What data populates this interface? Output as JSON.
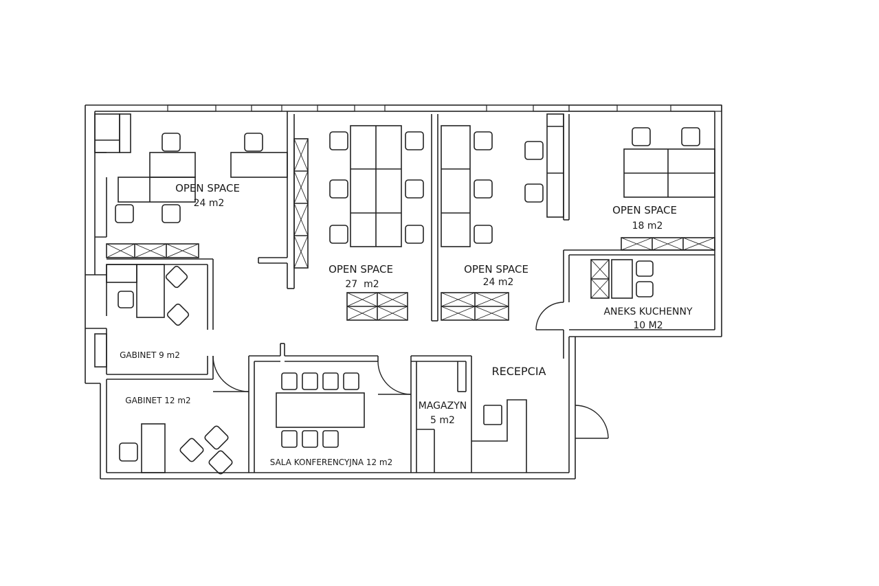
{
  "rooms": [
    {
      "id": "os1",
      "name": "OPEN SPACE",
      "area": "24 m2"
    },
    {
      "id": "os2",
      "name": "OPEN SPACE",
      "area": "27  m2"
    },
    {
      "id": "os3",
      "name": "OPEN SPACE",
      "area": "24 m2"
    },
    {
      "id": "os4",
      "name": "OPEN SPACE",
      "area": "18 m2"
    },
    {
      "id": "aneks",
      "name": "ANEKS KUCHENNY",
      "area": "10 M2"
    },
    {
      "id": "gab9",
      "name": "GABINET 9 m2"
    },
    {
      "id": "gab12",
      "name": "GABINET 12 m2"
    },
    {
      "id": "sala",
      "name": "SALA KONFERENCYJNA 12 m2"
    },
    {
      "id": "mag",
      "name": "MAGAZYN",
      "area": "5 m2"
    },
    {
      "id": "rec",
      "name": "RECEPCIA"
    }
  ]
}
